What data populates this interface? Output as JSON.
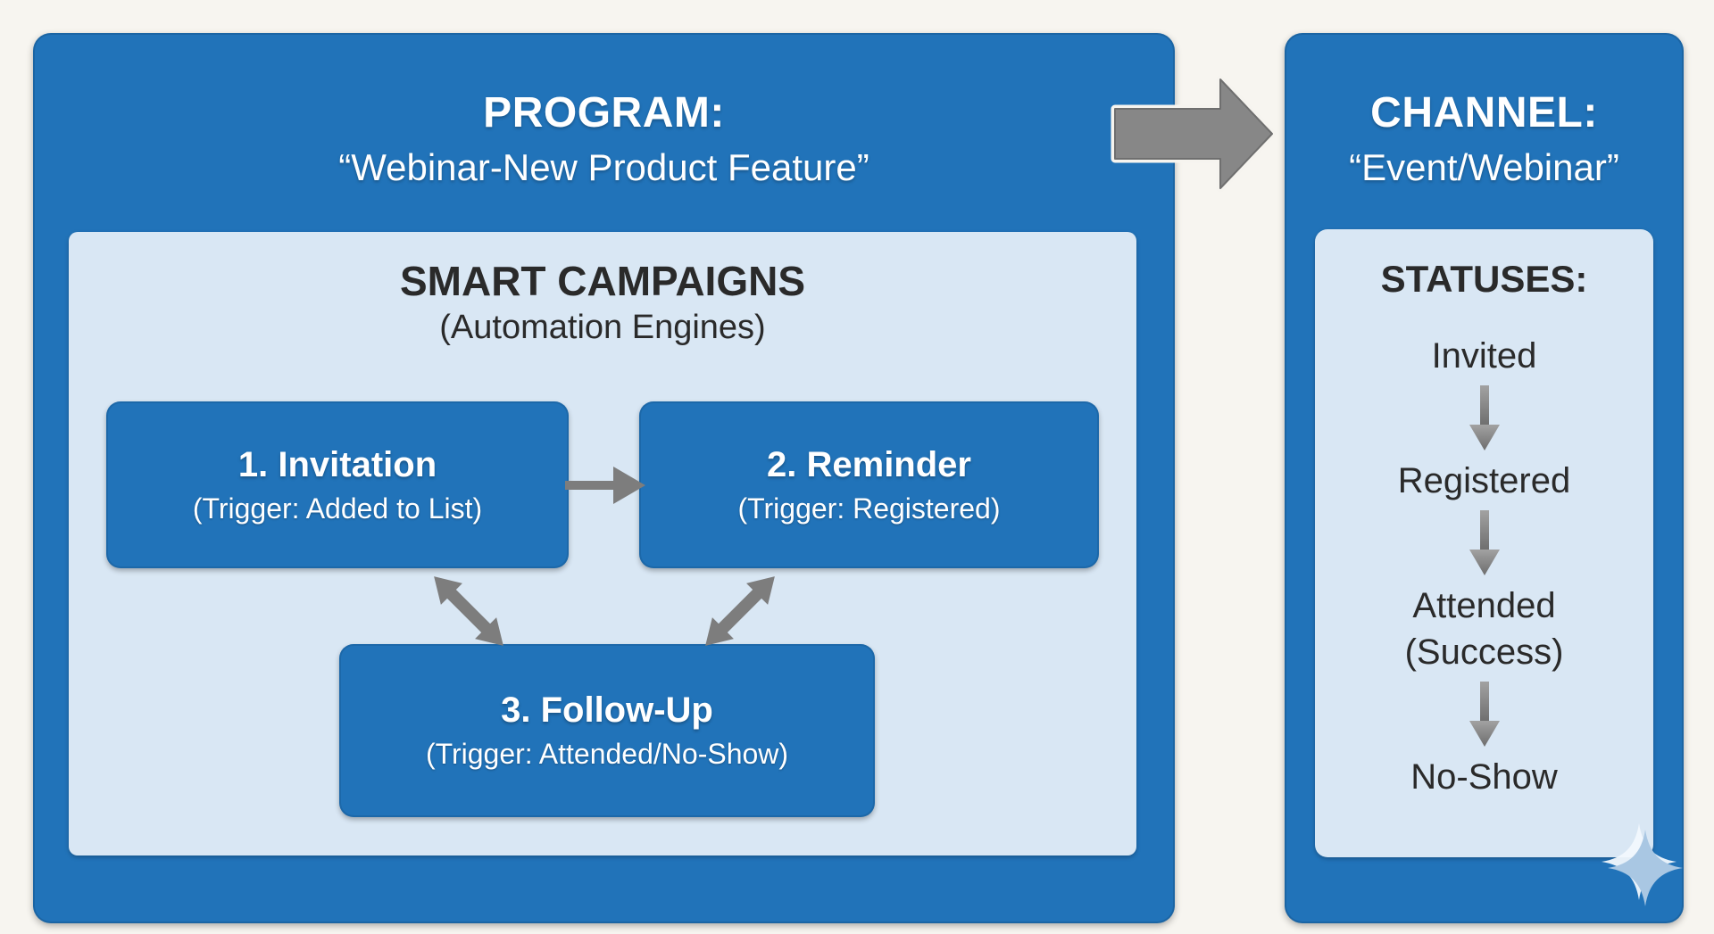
{
  "background_color": "#f7f5f0",
  "colors": {
    "panel_blue": "#2173b9",
    "light_blue": "#d9e7f4",
    "dark_text": "#2a2a2a",
    "white_text": "#ffffff",
    "arrow_gray": "#7d7d7d",
    "big_arrow_gray": "#878787",
    "sparkle_blue": "#a9c7e3"
  },
  "program_panel": {
    "title": "PROGRAM:",
    "subtitle": "“Webinar-New Product Feature”",
    "smart_campaigns": {
      "title": "SMART CAMPAIGNS",
      "subtitle": "(Automation Engines)",
      "boxes": [
        {
          "name": "1. Invitation",
          "trigger": "(Trigger: Added to List)"
        },
        {
          "name": "2. Reminder",
          "trigger": "(Trigger: Registered)"
        },
        {
          "name": "3. Follow-Up",
          "trigger": "(Trigger: Attended/No-Show)"
        }
      ]
    }
  },
  "channel_panel": {
    "title": "CHANNEL:",
    "subtitle": "“Event/Webinar”",
    "statuses": {
      "title": "STATUSES:",
      "items": [
        {
          "label": "Invited",
          "sublabel": ""
        },
        {
          "label": "Registered",
          "sublabel": ""
        },
        {
          "label": "Attended",
          "sublabel": "(Success)"
        },
        {
          "label": "No-Show",
          "sublabel": ""
        }
      ]
    }
  }
}
